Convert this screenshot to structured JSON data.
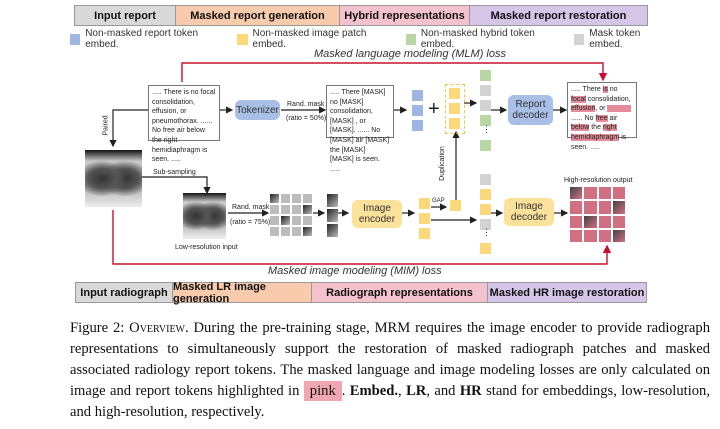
{
  "top_bar": [
    {
      "label": "Input report",
      "color": "#d9d9d9"
    },
    {
      "label": "Masked report generation",
      "color": "#f8cbad"
    },
    {
      "label": "Hybrid representations",
      "color": "#f4c2cc"
    },
    {
      "label": "Masked report restoration",
      "color": "#d5c6e8"
    }
  ],
  "legend": [
    {
      "label": "Non-masked report token embed.",
      "color": "#9fb5e3"
    },
    {
      "label": "Non-masked image patch embed.",
      "color": "#fbd97a"
    },
    {
      "label": "Non-masked hybrid token embed.",
      "color": "#b9d7a5"
    },
    {
      "label": "Mask token embed.",
      "color": "#d3d3d3"
    }
  ],
  "losses": {
    "mlm": "Masked language modeling (MLM) loss",
    "mim": "Masked image modeling (MIM) loss"
  },
  "reports": {
    "input": "..... There is no focal consolidation, effusion, or pneumothorax. ...... No free air below the right hemidiaphragm is seen. .....",
    "masked": "..... There [MASK] no [MASK] consolidation, [MASK] , or [MASK]. ...... No [MASK] air [MASK] the [MASK] [MASK] is seen. .....",
    "restored": "..... There is no focal consolidation, effusion, or ...... No free air below the right hemidiaphragm is seen. ....."
  },
  "modules": {
    "tokenizer": "Tokenizer",
    "report_decoder": "Report decoder",
    "image_encoder": "Image encoder",
    "image_decoder": "Image decoder"
  },
  "labels": {
    "rand_mask": "Rand. mask",
    "ratio_text": "(ratio = 50%)",
    "ratio_image": "(ratio = 75%)",
    "paired": "Paired",
    "sub_sampling": "Sub-sampling",
    "low_res_input": "Low-resolution input",
    "high_res_output": "High-resolution output",
    "gap": "GAP",
    "duplication": "Duplication",
    "plus": "+",
    "dots": "⋮"
  },
  "bottom_bar": [
    {
      "label": "Input radiograph",
      "color": "#d9d9d9"
    },
    {
      "label": "Masked LR image generation",
      "color": "#f8cbad"
    },
    {
      "label": "Radiograph representations",
      "color": "#f4c2cc"
    },
    {
      "label": "Masked HR image restoration",
      "color": "#d5c6e8"
    }
  ],
  "caption": {
    "fig": "Figure 2: ",
    "title": "Overview.",
    "text1": " During the pre-training stage, MRM requires the image encoder to provide radiograph representations to simultaneously support the restoration of masked radiograph patches and masked associated radiology report tokens. The masked language and image modeling losses are only calculated on image and report tokens highlighted in ",
    "pink": "pink",
    "text2": ". ",
    "b1": "Embed.",
    "text3": ", ",
    "b2": "LR",
    "text4": ", and ",
    "b3": "HR",
    "text5": " stand for embeddings, low-resolution, and high-resolution, respectively."
  }
}
